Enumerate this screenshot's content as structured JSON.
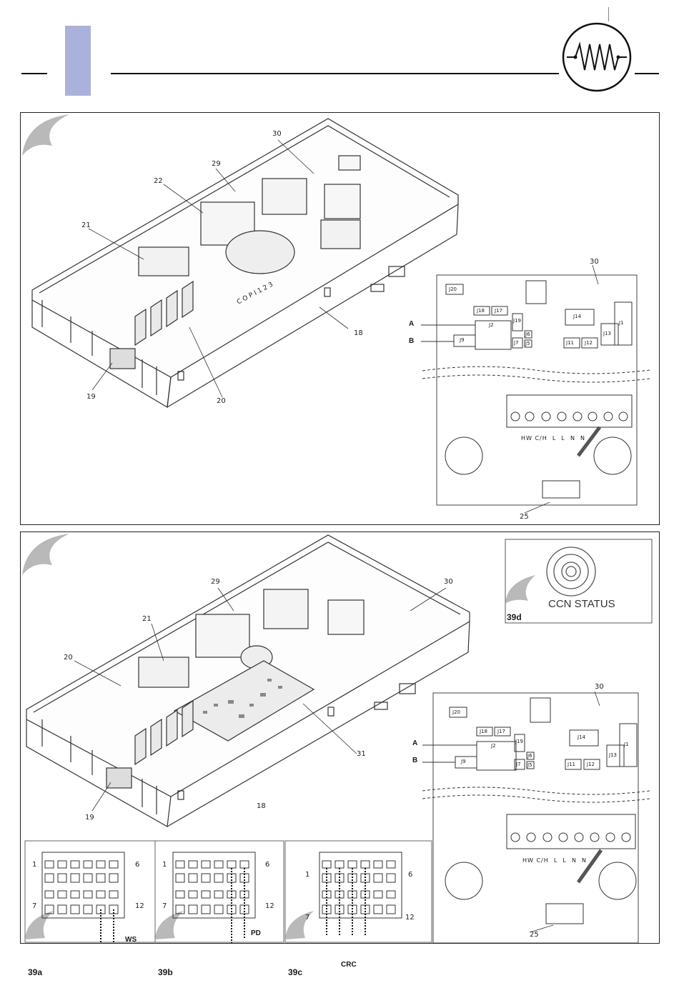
{
  "header": {
    "accent_color": "#aab2dc",
    "icon": "heating-resistor-icon"
  },
  "top_figure": {
    "callouts": [
      "30",
      "29",
      "22",
      "21",
      "18",
      "19",
      "20"
    ],
    "inset": {
      "callout": "30",
      "side_labels": [
        "A",
        "B"
      ],
      "connectors": [
        "J20",
        "J18",
        "J17",
        "J2",
        "J19",
        "J9",
        "J7",
        "J6",
        "J5",
        "J14",
        "J13",
        "J1",
        "J11",
        "J12"
      ],
      "terminals": "HW C/H  L  L  N  N",
      "cable_callout": "25"
    },
    "casing_text": "C O P I 1 2 3"
  },
  "bottom_figure": {
    "callouts": [
      "29",
      "30",
      "21",
      "20",
      "31",
      "18",
      "19"
    ],
    "inset": {
      "callout": "30",
      "side_labels": [
        "A",
        "B"
      ],
      "connectors": [
        "J20",
        "J18",
        "J17",
        "J2",
        "J19",
        "J9",
        "J7",
        "J6",
        "J5",
        "J14",
        "J13",
        "J1",
        "J11",
        "J12"
      ],
      "terminals": "HW C/H  L  L  N  N",
      "cable_callout": "25"
    }
  },
  "ccn_panel": {
    "label": "CCN STATUS",
    "fig": "39d"
  },
  "terminal_panels": [
    {
      "fig": "39a",
      "pin_tl": "1",
      "pin_tr": "6",
      "pin_bl": "7",
      "pin_br": "12",
      "tag": "WS"
    },
    {
      "fig": "39b",
      "pin_tl": "1",
      "pin_tr": "6",
      "pin_bl": "7",
      "pin_br": "12",
      "tag": "PD"
    },
    {
      "fig": "39c",
      "pin_tl": "1",
      "pin_tr": "6",
      "pin_bl": "7",
      "pin_br": "12",
      "tag": "CRC"
    }
  ]
}
